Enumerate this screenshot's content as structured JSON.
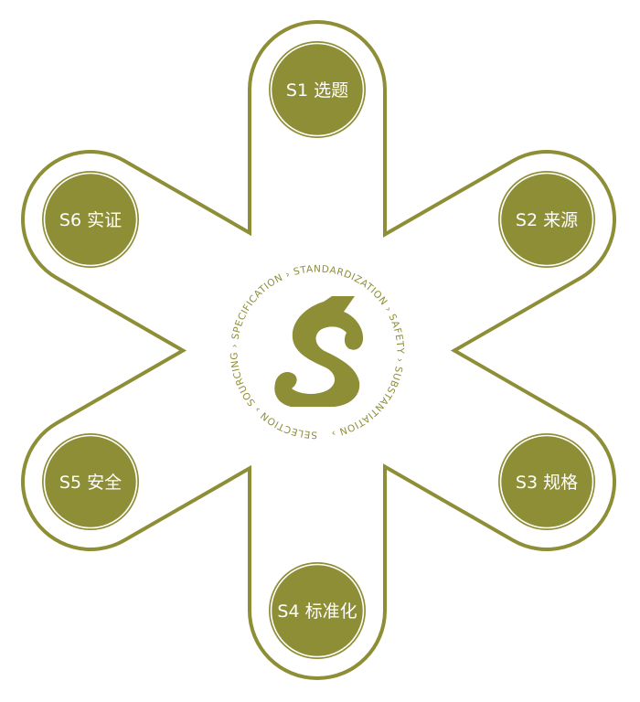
{
  "colors": {
    "olive": "#8e8e37",
    "background": "#ffffff",
    "label_text": "#ffffff"
  },
  "nodes": [
    {
      "id": "s1",
      "label": "S1 选题"
    },
    {
      "id": "s2",
      "label": "S2 来源"
    },
    {
      "id": "s3",
      "label": "S3 规格"
    },
    {
      "id": "s4",
      "label": "S4 标准化"
    },
    {
      "id": "s5",
      "label": "S5 安全"
    },
    {
      "id": "s6",
      "label": "S6 实证"
    }
  ],
  "center": {
    "ring_text": "SELECTION › SOURCING › SPECIFICATION › STANDARDIZATION › SAFETY › SUBSTANTIATION ›",
    "logo_icon": "stylized-s-logo-icon"
  }
}
